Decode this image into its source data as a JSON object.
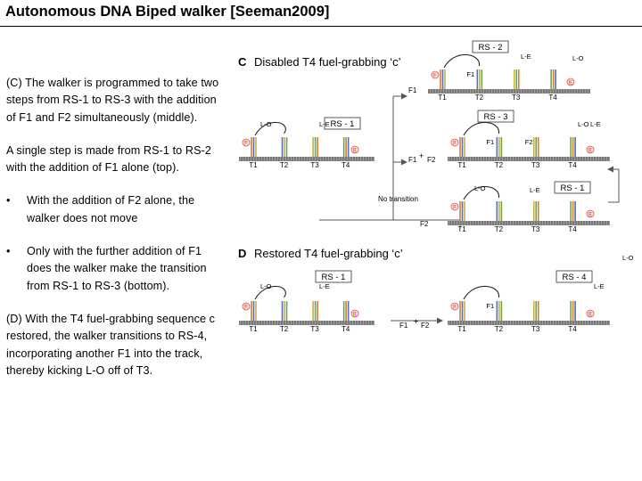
{
  "title": "Autonomous DNA Biped walker [Seeman2009]",
  "text": {
    "caption_c": "(C) The walker is programmed to take two steps from RS-1 to RS-3 with the addition of F1 and F2 simultaneously (middle).",
    "single_step": "A single step is made from RS-1 to RS-2 with the addition of F1 alone (top).",
    "bullets": [
      "With the addition of F2 alone, the walker does not move",
      "Only with the further addition of F1 does the walker make the transition from RS-1 to RS-3 (bottom)."
    ],
    "bullet_glyph": "•",
    "caption_d": "(D) With the T4 fuel-grabbing sequence c restored, the walker transitions to RS-4, incorporating another F1 into the track, thereby kicking L-O off of T3."
  },
  "figure": {
    "panel_c_letter": "C",
    "panel_c_title": "Disabled T4 fuel-grabbing ‘c’",
    "panel_d_letter": "D",
    "panel_d_title": "Restored T4 fuel-grabbing ‘c’",
    "states": {
      "rs2": "RS - 2",
      "rs3": "RS - 3",
      "rs1": "RS - 1",
      "rs4": "RS - 4"
    },
    "leg_labels": {
      "lo": "L-O",
      "le": "L-E"
    },
    "footholds": [
      "T1",
      "T2",
      "T3",
      "T4"
    ],
    "fuels": {
      "f1": "F1",
      "f2": "F2",
      "plus": "+"
    },
    "no_transition": "No transition",
    "marker_f": "F",
    "marker_e": "E",
    "fuel_palette": [
      "#e07a2a",
      "#4a6fc9",
      "#c9b23a",
      "#6aa84f"
    ]
  }
}
